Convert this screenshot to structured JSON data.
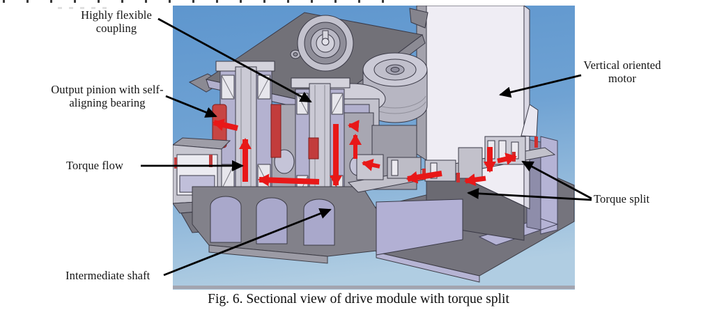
{
  "figure": {
    "caption": "Fig. 6. Sectional view of drive module with torque split",
    "labels": [
      {
        "id": "highly-flexible-coupling",
        "text": "Highly flexible coupling"
      },
      {
        "id": "output-pinion",
        "text": "Output pinion with self-aligning bearing"
      },
      {
        "id": "torque-flow",
        "text": "Torque flow"
      },
      {
        "id": "intermediate-shaft",
        "text": "Intermediate shaft"
      },
      {
        "id": "vertical-motor",
        "text": "Vertical oriented motor"
      },
      {
        "id": "torque-split",
        "text": "Torque split"
      }
    ],
    "colors": {
      "arrow_red": "#e81818",
      "highlight_red": "#c54040",
      "leader_black": "#000000",
      "background_blue_top": "#5e96ce",
      "background_blue_bottom": "#b0cde2",
      "housing_grey": "#9b9aa3",
      "cut_face_lavender": "#b4b2d0",
      "motor_white": "#efedf4",
      "top_plate_grey": "#727178"
    }
  }
}
